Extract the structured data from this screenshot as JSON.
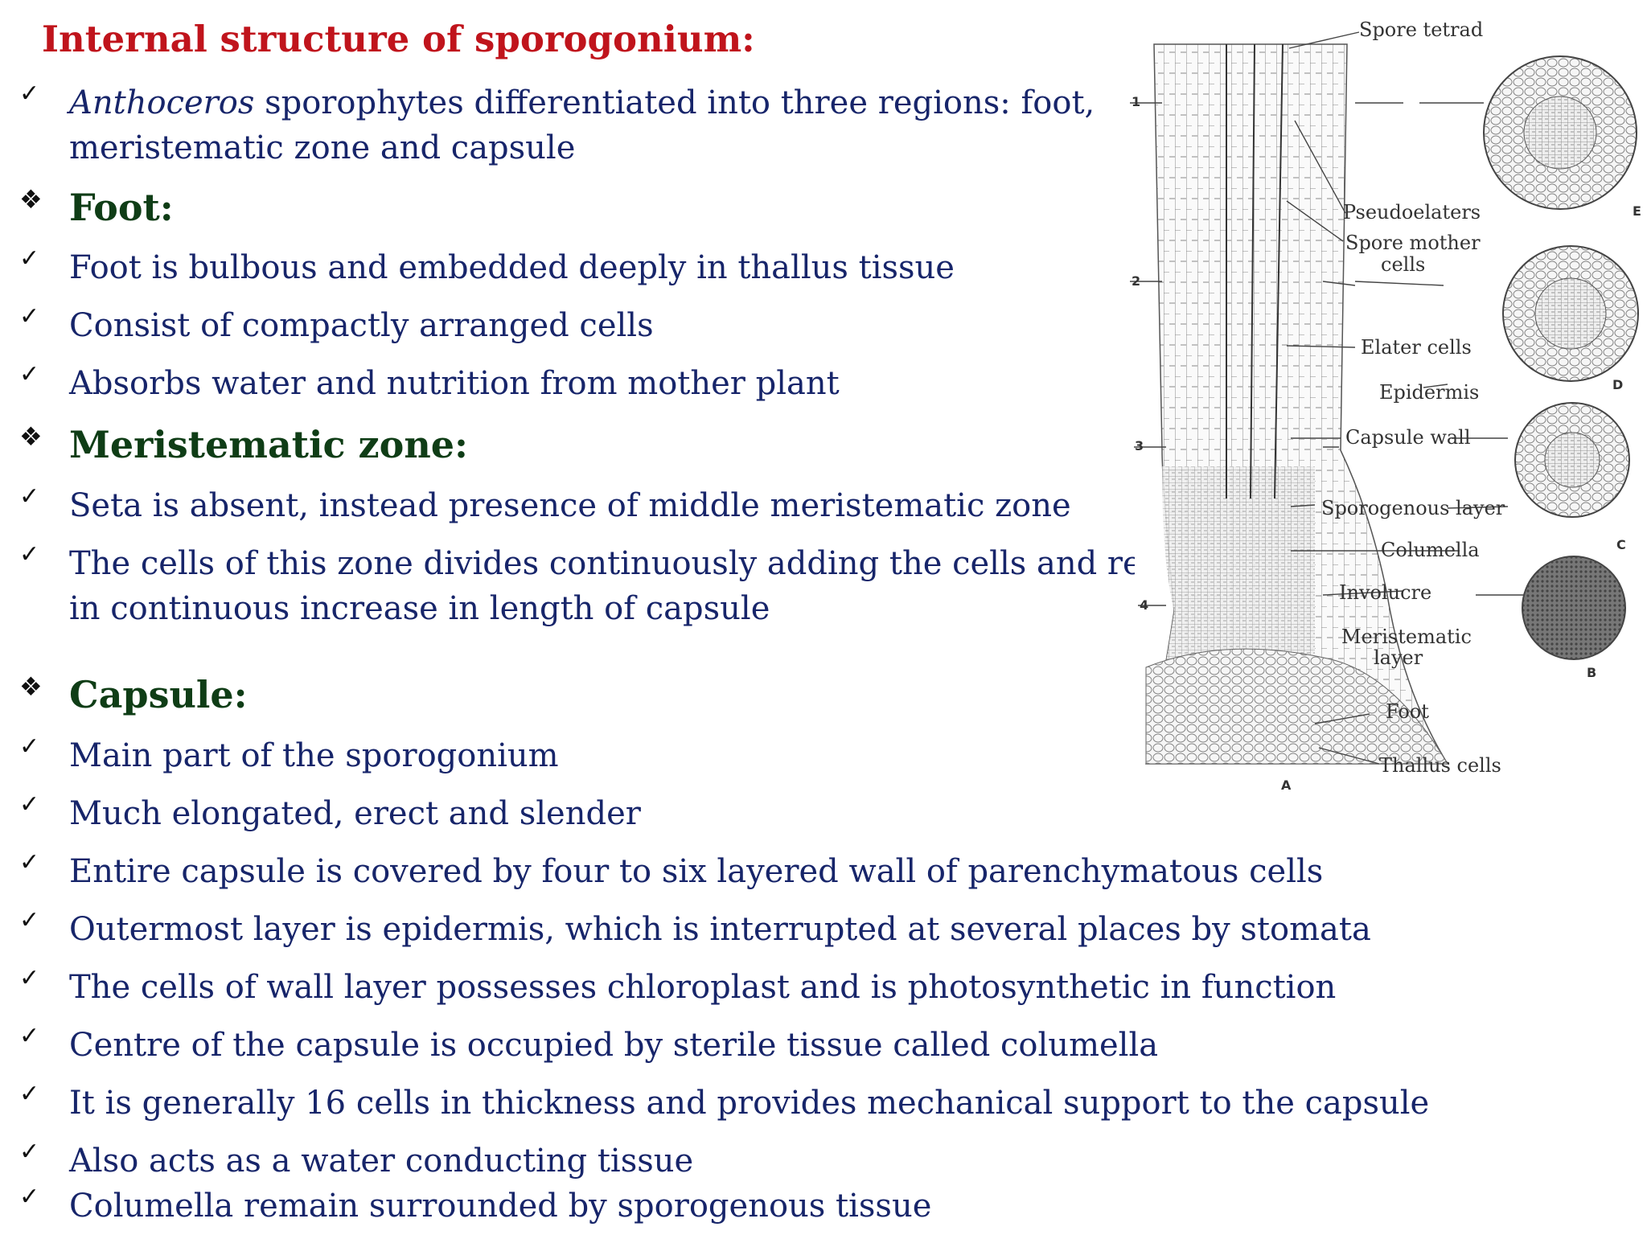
{
  "title": "Internal structure of sporogonium:",
  "symbols": {
    "check": "✓",
    "diamond": "❖"
  },
  "intro": {
    "genus": "Anthoceros",
    "line1_rest": " sporophytes differentiated into three regions: foot,",
    "line2": "meristematic zone and capsule"
  },
  "sections": {
    "foot": {
      "heading": "Foot:",
      "points": [
        "Foot is bulbous and embedded deeply in thallus tissue",
        "Consist of compactly arranged cells",
        "Absorbs water and nutrition from mother plant"
      ]
    },
    "meristematic": {
      "heading": "Meristematic zone:",
      "points": [
        "Seta is absent, instead presence of middle meristematic zone",
        "The cells of this zone divides continuously adding the cells and resulting",
        "in continuous increase in length of capsule"
      ]
    },
    "capsule": {
      "heading": "Capsule:",
      "points": [
        "Main part of the sporogonium",
        "Much elongated, erect and slender",
        "Entire capsule is covered by four to six layered wall of parenchymatous cells",
        "Outermost layer is epidermis, which is interrupted at several places by stomata",
        "The cells of wall layer possesses chloroplast and is photosynthetic in function",
        "Centre of the capsule is occupied by sterile tissue called columella",
        "It is generally 16 cells in thickness and provides mechanical support to the capsule",
        "Also acts as a water conducting tissue",
        "Columella remain surrounded by sporogenous tissue"
      ]
    }
  },
  "figure": {
    "labels": {
      "spore_tetrad": "Spore tetrad",
      "pseudoelaters": "Pseudoelaters",
      "spore_mother_1": "Spore mother",
      "spore_mother_2": "cells",
      "elater_cells": "Elater cells",
      "epidermis": "Epidermis",
      "capsule_wall": "Capsule wall",
      "sporogenous_layer": "Sporogenous layer",
      "columella": "Columella",
      "involucre": "Involucre",
      "meristematic_1": "Meristematic",
      "meristematic_2": "layer",
      "foot": "Foot",
      "thallus_cells": "Thallus cells"
    },
    "letters": {
      "a": "A",
      "b": "B",
      "c": "C",
      "d": "D",
      "e": "E"
    },
    "numbers": {
      "n1": "1",
      "n2": "2",
      "n3": "3",
      "n4": "4"
    }
  }
}
